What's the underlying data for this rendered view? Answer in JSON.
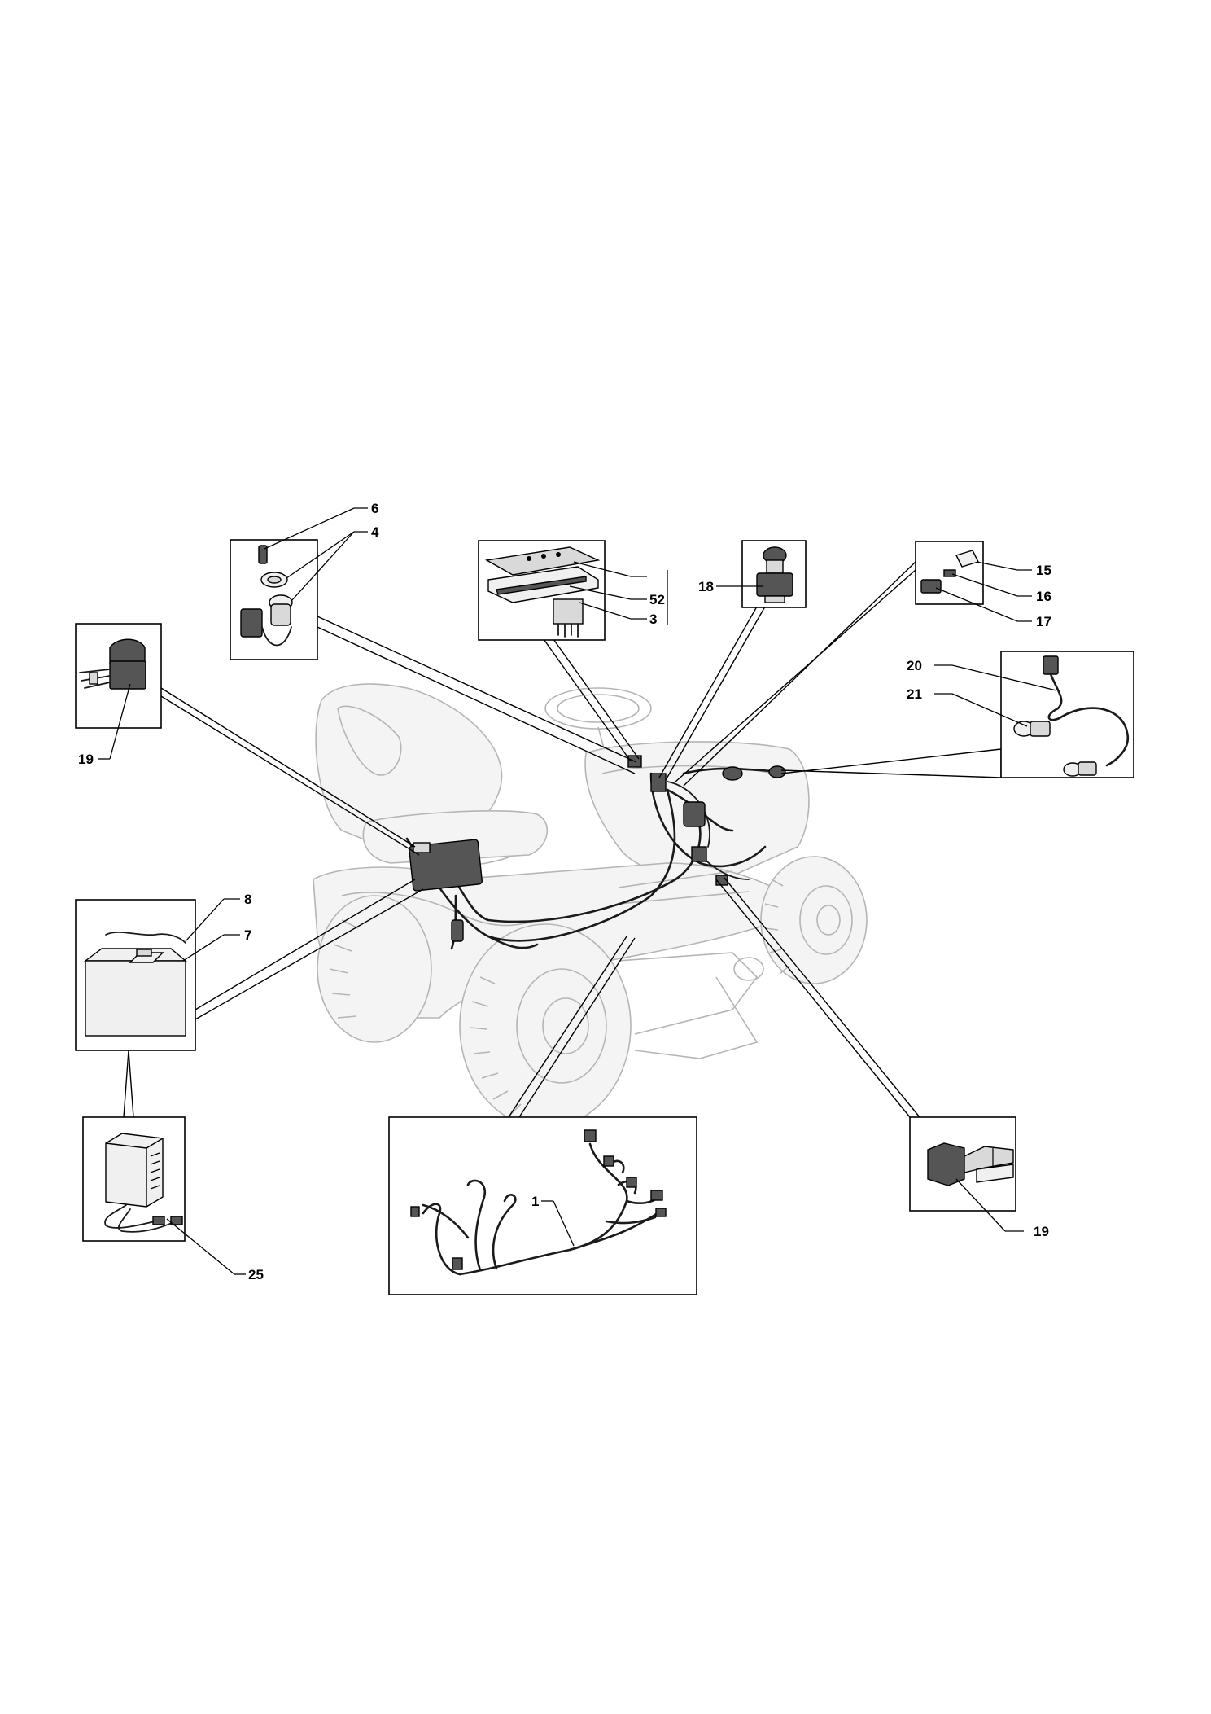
{
  "callouts": {
    "c1": "1",
    "c3": "3",
    "c4": "4",
    "c52": "52",
    "c6": "6",
    "c7": "7",
    "c8": "8",
    "c15": "15",
    "c16": "16",
    "c17": "17",
    "c18": "18",
    "c19_left": "19",
    "c19_right": "19",
    "c20": "20",
    "c21": "21",
    "c25": "25"
  },
  "colors": {
    "line": "#000000",
    "ghost": "#b5b5b5",
    "part_fill": "#d9d9d9",
    "part_dark": "#555555"
  },
  "icons": [
    "ignition-switch-icon",
    "dashboard-panel-icon",
    "pto-switch-icon",
    "relay-icon",
    "headlight-harness-icon",
    "seat-switch-icon",
    "battery-icon",
    "battery-charger-icon",
    "wiring-harness-icon",
    "fuse-holder-icon",
    "ride-on-mower-outline"
  ]
}
